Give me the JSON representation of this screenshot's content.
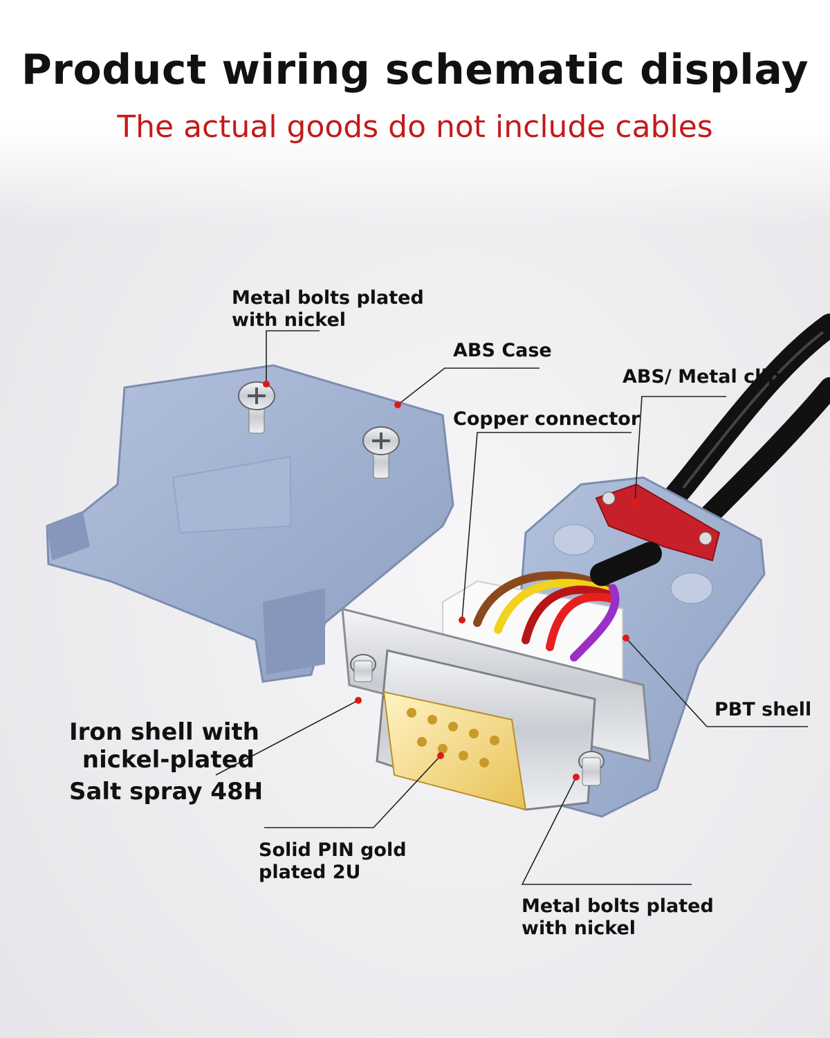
{
  "title": "Product wiring schematic display",
  "subtitle": "The actual goods do not include cables",
  "colors": {
    "title": "#111111",
    "subtitle": "#c41a1a",
    "case": "#9fb0cf",
    "clip": "#c8202a",
    "marker_dot": "#e01818",
    "leader_line": "#222222",
    "wire_brown": "#8a4a1c",
    "wire_yellow": "#f2d21a",
    "wire_dark_red": "#b81616",
    "wire_red": "#e62020",
    "wire_purple": "#9a2fc8",
    "cable": "#111111"
  },
  "callouts": {
    "metal_bolts_top": {
      "line1": "Metal bolts plated",
      "line2": "with nickel"
    },
    "abs_case": {
      "text": "ABS Case"
    },
    "abs_metal_clip": {
      "text": "ABS/ Metal clip"
    },
    "copper_connector": {
      "text": "Copper connector"
    },
    "pbt_shell": {
      "text": "PBT shell"
    },
    "iron_shell": {
      "line1": "Iron shell with",
      "line2": "nickel-plated",
      "line3": "Salt spray 48H"
    },
    "solid_pin": {
      "line1": "Solid PIN gold",
      "line2": "plated 2U"
    },
    "metal_bolts_bottom": {
      "line1": "Metal bolts plated",
      "line2": "with nickel"
    }
  }
}
